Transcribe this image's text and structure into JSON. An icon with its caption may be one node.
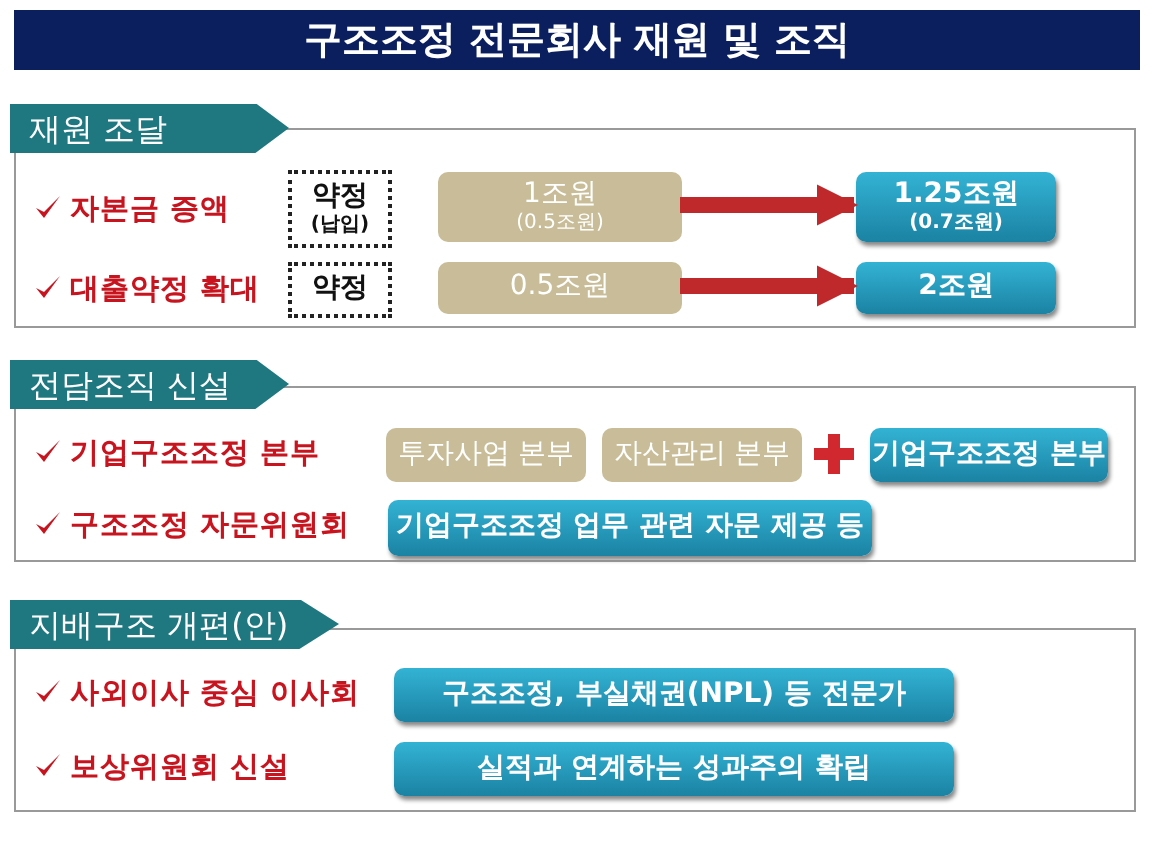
{
  "diagram": {
    "title": "구조조정 전문회사 재원 및 조직",
    "nodes": [
      {
        "text": [
          "재원 조달"
        ]
      },
      {
        "text": [
          "약정",
          "(납입)"
        ],
        "in": 0
      },
      {
        "text": [
          "1조원",
          "(0.5조원)"
        ],
        "in": 0
      },
      {
        "text": [
          "1.25조원",
          "(0.7조원)"
        ],
        "in": 0
      },
      {
        "text": [
          "약정"
        ],
        "in": 0
      },
      {
        "text": [
          "0.5조원"
        ],
        "in": 0
      },
      {
        "text": [
          "2조원"
        ],
        "in": 0
      },
      {
        "text": [
          "전담조직 신설"
        ]
      },
      {
        "text": [
          "투자사업 본부"
        ],
        "in": 7
      },
      {
        "text": [
          "자산관리 본부"
        ],
        "in": 7
      },
      {
        "text": [
          "기업구조조정 본부"
        ],
        "in": 7
      },
      {
        "text": [
          "기업구조조정 업무 관련 자문 제공 등"
        ],
        "in": 7
      },
      {
        "text": [
          "지배구조 개편(안)"
        ]
      },
      {
        "text": [
          "구조조정, 부실채권(NPL) 등 전문가"
        ],
        "in": 12
      },
      {
        "text": [
          "실적과 연계하는 성과주의 확립"
        ],
        "in": 12
      }
    ],
    "edges": [
      {
        "from": 2,
        "to": 3,
        "arrow": "to"
      },
      {
        "from": 5,
        "to": 6,
        "arrow": "to"
      }
    ],
    "labels": [
      "자본금 증액",
      "대출약정 확대",
      "기업구조조정 본부",
      "구조조정 자문위원회",
      "사외이사 중심 이사회",
      "보상위원회 신설"
    ]
  }
}
